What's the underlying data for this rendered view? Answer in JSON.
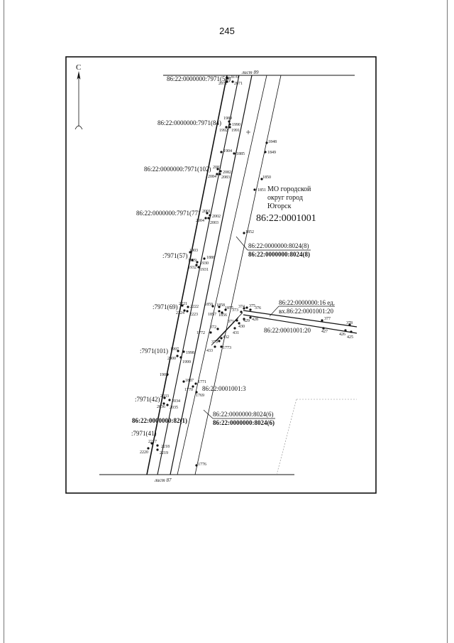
{
  "page": {
    "number": "245"
  },
  "map": {
    "north_label": "С",
    "sheet_top": "лист 89",
    "sheet_bottom": "лист 87",
    "admin_area": [
      "МО городской",
      "округ город",
      "Югорск"
    ],
    "quarter": "86:22:0001001",
    "parcels": {
      "top": "86:22:0000000:7971(58)",
      "p84": "86:22:0000000:7971(84)",
      "p102": "86:22:0000000:7971(102)",
      "p77": "86:22:0000000:7971(77)",
      "p57": ":7971(57)",
      "p69": ":7971(69)",
      "p101": ":7971(101)",
      "p42": ":7971(42)",
      "p82": "86:22:0000000:82(1)",
      "p41": ":7971(41)",
      "q1001_3": "86:22:0001001:3",
      "q1001_20": "86:22:0001001:20"
    },
    "callouts": {
      "c8024_8_a": "86:22:0000000:8024(8)",
      "c8024_8_b": "86:22:0000000:8024(8)",
      "c16_a": "86:22:0000000:16 ед.",
      "c16_b": "вх.86:22:0001001:20",
      "c8024_6_a": "86:22:0000000:8024(6)",
      "c8024_6_b": "86:22:0000000:8024(6)"
    },
    "points": [
      {
        "id": "p2070",
        "label": "2070"
      },
      {
        "id": "p2071",
        "label": "2071"
      },
      {
        "id": "p2072",
        "label": "2072"
      },
      {
        "id": "p1989",
        "label": "1989"
      },
      {
        "id": "p1990",
        "label": "1990"
      },
      {
        "id": "p1992",
        "label": "1992"
      },
      {
        "id": "p1991",
        "label": "1991"
      },
      {
        "id": "p1904",
        "label": "1904"
      },
      {
        "id": "p1885",
        "label": "1885"
      },
      {
        "id": "p1848",
        "label": "1848"
      },
      {
        "id": "p1849",
        "label": "1849"
      },
      {
        "id": "p2081",
        "label": "2081"
      },
      {
        "id": "p2082",
        "label": "2082"
      },
      {
        "id": "p2084",
        "label": "2084"
      },
      {
        "id": "p2083",
        "label": "2083"
      },
      {
        "id": "p1850",
        "label": "1850"
      },
      {
        "id": "p1851",
        "label": "1851"
      },
      {
        "id": "p2001",
        "label": "2001"
      },
      {
        "id": "p2002",
        "label": "2002"
      },
      {
        "id": "p2004",
        "label": "2004"
      },
      {
        "id": "p2003",
        "label": "2003"
      },
      {
        "id": "p1852",
        "label": "1852"
      },
      {
        "id": "p1903",
        "label": "1903"
      },
      {
        "id": "p1886",
        "label": "1886"
      },
      {
        "id": "p1929",
        "label": "1929"
      },
      {
        "id": "p1930",
        "label": "1930"
      },
      {
        "id": "p1932",
        "label": "1932"
      },
      {
        "id": "p1931",
        "label": "1931"
      },
      {
        "id": "p2221",
        "label": "2221"
      },
      {
        "id": "p2222",
        "label": "2222"
      },
      {
        "id": "p2224",
        "label": "2224"
      },
      {
        "id": "p2223",
        "label": "2223"
      },
      {
        "id": "p1859",
        "label": "1859"
      },
      {
        "id": "p1858",
        "label": "1858"
      },
      {
        "id": "p1857",
        "label": "1857"
      },
      {
        "id": "p1856",
        "label": "1856"
      },
      {
        "id": "p1855",
        "label": "1855"
      },
      {
        "id": "p374",
        "label": "374"
      },
      {
        "id": "p375",
        "label": "375"
      },
      {
        "id": "p376",
        "label": "376"
      },
      {
        "id": "p373",
        "label": "373"
      },
      {
        "id": "p429",
        "label": "429"
      },
      {
        "id": "p428",
        "label": "428"
      },
      {
        "id": "p371",
        "label": "371"
      },
      {
        "id": "p430",
        "label": "430"
      },
      {
        "id": "p431",
        "label": "431"
      },
      {
        "id": "p377",
        "label": "377"
      },
      {
        "id": "p378",
        "label": "378"
      },
      {
        "id": "p427",
        "label": "427"
      },
      {
        "id": "p426",
        "label": "426"
      },
      {
        "id": "p425",
        "label": "425"
      },
      {
        "id": "p372",
        "label": "372"
      },
      {
        "id": "p1772",
        "label": "1772"
      },
      {
        "id": "p432",
        "label": "432"
      },
      {
        "id": "p370",
        "label": "370"
      },
      {
        "id": "p433",
        "label": "433"
      },
      {
        "id": "p1773",
        "label": "1773"
      },
      {
        "id": "p1997",
        "label": "1997"
      },
      {
        "id": "p1998",
        "label": "1998"
      },
      {
        "id": "p2000",
        "label": "2000"
      },
      {
        "id": "p1999",
        "label": "1999"
      },
      {
        "id": "p1902",
        "label": "1902"
      },
      {
        "id": "p1887",
        "label": "1887"
      },
      {
        "id": "p1771",
        "label": "1771"
      },
      {
        "id": "p1770",
        "label": "1770"
      },
      {
        "id": "p1769",
        "label": "1769"
      },
      {
        "id": "p2033",
        "label": "2033"
      },
      {
        "id": "p2034",
        "label": "2034"
      },
      {
        "id": "p2036",
        "label": "2036"
      },
      {
        "id": "p2035",
        "label": "2035"
      },
      {
        "id": "p2217",
        "label": "2217"
      },
      {
        "id": "p2218",
        "label": "2218"
      },
      {
        "id": "p2220",
        "label": "2220"
      },
      {
        "id": "p2219",
        "label": "2219"
      },
      {
        "id": "p1776",
        "label": "1776"
      }
    ]
  }
}
